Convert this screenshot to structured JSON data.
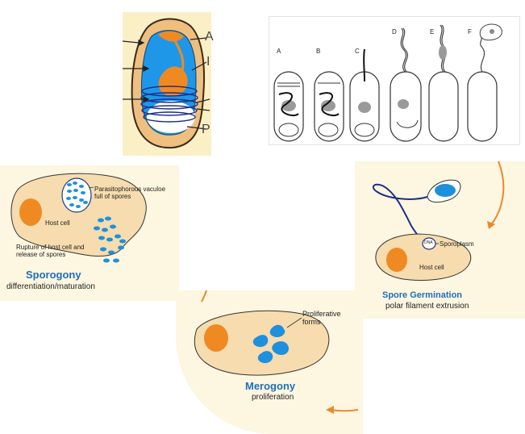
{
  "spore_diagram": {
    "labels": [
      "A",
      "I",
      "P"
    ]
  },
  "germination_sequence": {
    "stages": [
      "A",
      "B",
      "C",
      "D",
      "E",
      "F"
    ]
  },
  "sporogony": {
    "title": "Sporogony",
    "subtitle": "differentiation/maturation",
    "labels": {
      "vacuole": "Parasitophorous vaculoe full of spores",
      "host_cell": "Host cell",
      "rupture": "Rupture of host cell and release of spores"
    }
  },
  "germination": {
    "title": "Spore Germination",
    "subtitle": "polar filament extrusion",
    "labels": {
      "sporoplasm": "Sporoplasm",
      "dna": "DNA",
      "host_cell": "Host cell"
    }
  },
  "merogony": {
    "title": "Merogony",
    "subtitle": "proliferation",
    "labels": {
      "forms": "Proliferative forms"
    }
  },
  "colors": {
    "cell_fill": "#f6dcae",
    "nucleus": "#ef8a22",
    "spore_blue": "#1e90dd",
    "title_blue": "#1f6fb8",
    "arrow_orange": "#e8892e",
    "panel_bg": "#fdf6e0"
  }
}
